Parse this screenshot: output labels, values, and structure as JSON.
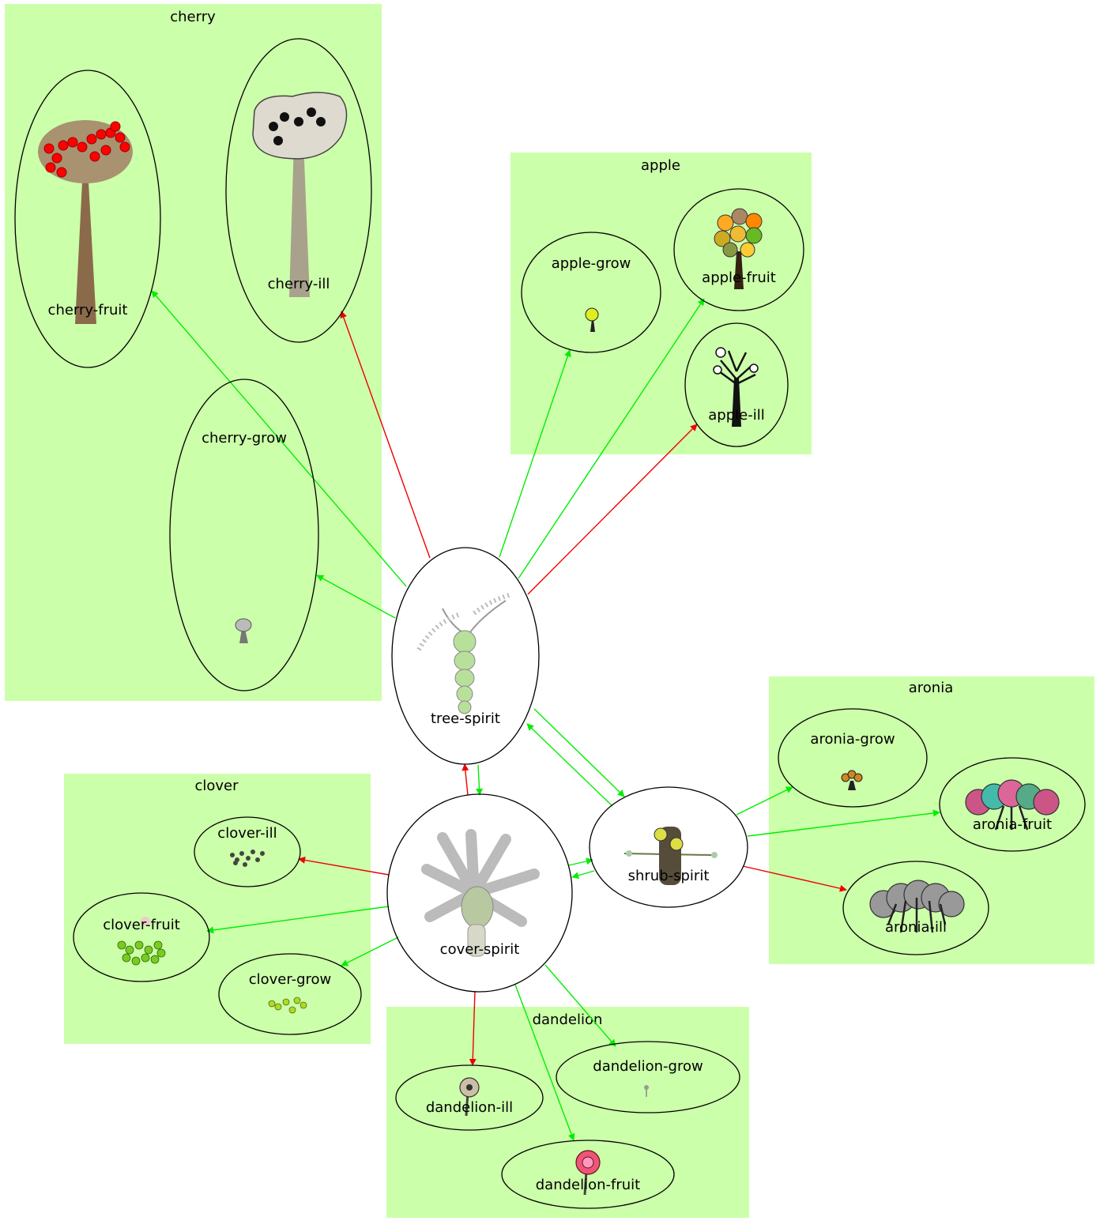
{
  "colors": {
    "cluster_fill": "#ccffaa",
    "good_edge": "#00ee00",
    "bad_edge": "#ee0000"
  },
  "clusters": {
    "cherry": "cherry",
    "apple": "apple",
    "aronia": "aronia",
    "clover": "clover",
    "dandelion": "dandelion"
  },
  "nodes": {
    "cherry_fruit": "cherry-fruit",
    "cherry_ill": "cherry-ill",
    "cherry_grow": "cherry-grow",
    "apple_grow": "apple-grow",
    "apple_fruit": "apple-fruit",
    "apple_ill": "apple-ill",
    "tree_spirit": "tree-spirit",
    "aronia_grow": "aronia-grow",
    "aronia_fruit": "aronia-fruit",
    "aronia_ill": "aronia-ill",
    "shrub_spirit": "shrub-spirit",
    "cover_spirit": "cover-spirit",
    "clover_ill": "clover-ill",
    "clover_fruit": "clover-fruit",
    "clover_grow": "clover-grow",
    "dandelion_grow": "dandelion-grow",
    "dandelion_ill": "dandelion-ill",
    "dandelion_fruit": "dandelion-fruit"
  },
  "edges": [
    {
      "from": "tree-spirit",
      "to": "cherry-fruit",
      "kind": "good"
    },
    {
      "from": "tree-spirit",
      "to": "cherry-ill",
      "kind": "bad"
    },
    {
      "from": "tree-spirit",
      "to": "cherry-grow",
      "kind": "good"
    },
    {
      "from": "tree-spirit",
      "to": "apple-grow",
      "kind": "good"
    },
    {
      "from": "tree-spirit",
      "to": "apple-fruit",
      "kind": "good"
    },
    {
      "from": "tree-spirit",
      "to": "apple-ill",
      "kind": "bad"
    },
    {
      "from": "tree-spirit",
      "to": "shrub-spirit",
      "kind": "good"
    },
    {
      "from": "shrub-spirit",
      "to": "tree-spirit",
      "kind": "good"
    },
    {
      "from": "tree-spirit",
      "to": "cover-spirit",
      "kind": "good"
    },
    {
      "from": "cover-spirit",
      "to": "tree-spirit",
      "kind": "bad"
    },
    {
      "from": "cover-spirit",
      "to": "shrub-spirit",
      "kind": "good"
    },
    {
      "from": "shrub-spirit",
      "to": "cover-spirit",
      "kind": "good"
    },
    {
      "from": "shrub-spirit",
      "to": "aronia-grow",
      "kind": "good"
    },
    {
      "from": "shrub-spirit",
      "to": "aronia-fruit",
      "kind": "good"
    },
    {
      "from": "shrub-spirit",
      "to": "aronia-ill",
      "kind": "bad"
    },
    {
      "from": "cover-spirit",
      "to": "clover-ill",
      "kind": "bad"
    },
    {
      "from": "cover-spirit",
      "to": "clover-fruit",
      "kind": "good"
    },
    {
      "from": "cover-spirit",
      "to": "clover-grow",
      "kind": "good"
    },
    {
      "from": "cover-spirit",
      "to": "dandelion-ill",
      "kind": "bad"
    },
    {
      "from": "cover-spirit",
      "to": "dandelion-grow",
      "kind": "good"
    },
    {
      "from": "cover-spirit",
      "to": "dandelion-fruit",
      "kind": "good"
    }
  ]
}
